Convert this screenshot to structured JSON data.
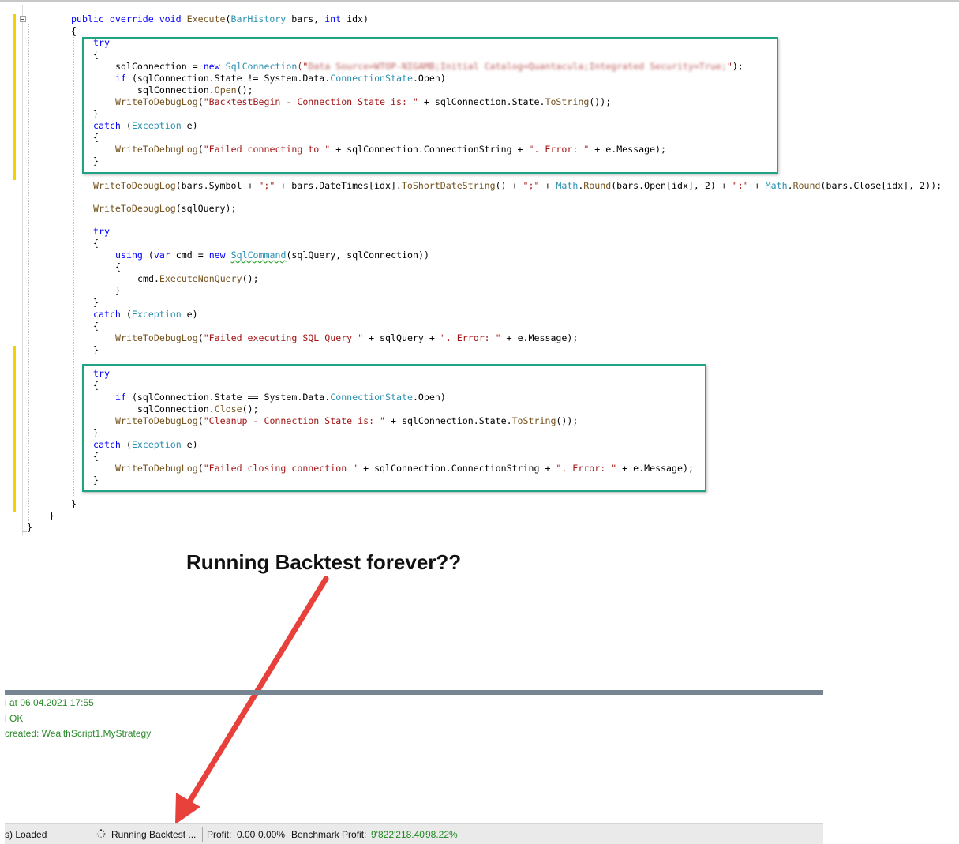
{
  "code": {
    "lines": [
      {
        "parts": [
          {
            "t": "public",
            "c": "kw"
          },
          {
            "t": " "
          },
          {
            "t": "override",
            "c": "kw"
          },
          {
            "t": " "
          },
          {
            "t": "void",
            "c": "kw"
          },
          {
            "t": " "
          },
          {
            "t": "Execute",
            "c": "mt"
          },
          {
            "t": "("
          },
          {
            "t": "BarHistory",
            "c": "ty"
          },
          {
            "t": " bars, "
          },
          {
            "t": "int",
            "c": "kw"
          },
          {
            "t": " idx)"
          }
        ]
      },
      {
        "parts": [
          {
            "t": "{"
          }
        ]
      },
      {
        "parts": [
          {
            "t": "try",
            "c": "kw"
          }
        ]
      },
      {
        "parts": [
          {
            "t": "{"
          }
        ]
      },
      {
        "parts": [
          {
            "t": "sqlConnection = "
          },
          {
            "t": "new",
            "c": "kw"
          },
          {
            "t": " "
          },
          {
            "t": "SqlConnection",
            "c": "ty"
          },
          {
            "t": "(\"",
            "c": "st"
          },
          {
            "t": "Data Source=WTOP-NIGAMB;Initial Catalog=Quantacula;Integrated Security=True;",
            "c": "blurred"
          },
          {
            "t": "\"",
            "c": "st"
          },
          {
            "t": ");"
          }
        ]
      },
      {
        "parts": [
          {
            "t": "if",
            "c": "kw"
          },
          {
            "t": " (sqlConnection.State != System.Data."
          },
          {
            "t": "ConnectionState",
            "c": "ty"
          },
          {
            "t": ".Open)"
          }
        ]
      },
      {
        "parts": [
          {
            "t": "sqlConnection."
          },
          {
            "t": "Open",
            "c": "mt"
          },
          {
            "t": "();"
          }
        ]
      },
      {
        "parts": [
          {
            "t": "WriteToDebugLog",
            "c": "mt"
          },
          {
            "t": "("
          },
          {
            "t": "\"BacktestBegin - Connection State is: \"",
            "c": "st"
          },
          {
            "t": " + sqlConnection.State."
          },
          {
            "t": "ToString",
            "c": "mt"
          },
          {
            "t": "());"
          }
        ]
      },
      {
        "parts": [
          {
            "t": "}"
          }
        ]
      },
      {
        "parts": [
          {
            "t": "catch",
            "c": "kw"
          },
          {
            "t": " ("
          },
          {
            "t": "Exception",
            "c": "ty"
          },
          {
            "t": " e)"
          }
        ]
      },
      {
        "parts": [
          {
            "t": "{"
          }
        ]
      },
      {
        "parts": [
          {
            "t": "WriteToDebugLog",
            "c": "mt"
          },
          {
            "t": "("
          },
          {
            "t": "\"Failed connecting to \"",
            "c": "st"
          },
          {
            "t": " + sqlConnection.ConnectionString + "
          },
          {
            "t": "\". Error: \"",
            "c": "st"
          },
          {
            "t": " + e.Message);"
          }
        ]
      },
      {
        "parts": [
          {
            "t": "}"
          }
        ]
      },
      {
        "parts": [
          {
            "t": "WriteToDebugLog",
            "c": "mt"
          },
          {
            "t": "(bars.Symbol + "
          },
          {
            "t": "\";\"",
            "c": "st"
          },
          {
            "t": " + bars.DateTimes[idx]."
          },
          {
            "t": "ToShortDateString",
            "c": "mt"
          },
          {
            "t": "() + "
          },
          {
            "t": "\";\"",
            "c": "st"
          },
          {
            "t": " + "
          },
          {
            "t": "Math",
            "c": "ty"
          },
          {
            "t": "."
          },
          {
            "t": "Round",
            "c": "mt"
          },
          {
            "t": "(bars.Open[idx], 2) + "
          },
          {
            "t": "\";\"",
            "c": "st"
          },
          {
            "t": " + "
          },
          {
            "t": "Math",
            "c": "ty"
          },
          {
            "t": "."
          },
          {
            "t": "Round",
            "c": "mt"
          },
          {
            "t": "(bars.Close[idx], 2));"
          }
        ]
      },
      {
        "parts": [
          {
            "t": "WriteToDebugLog",
            "c": "mt"
          },
          {
            "t": "(sqlQuery);"
          }
        ]
      },
      {
        "parts": [
          {
            "t": "try",
            "c": "kw"
          }
        ]
      },
      {
        "parts": [
          {
            "t": "{"
          }
        ]
      },
      {
        "parts": [
          {
            "t": "using",
            "c": "kw"
          },
          {
            "t": " ("
          },
          {
            "t": "var",
            "c": "kw"
          },
          {
            "t": " cmd = "
          },
          {
            "t": "new",
            "c": "kw"
          },
          {
            "t": " "
          },
          {
            "t": "SqlCommand",
            "c": "ty sq"
          },
          {
            "t": "(sqlQuery, sqlConnection))"
          }
        ]
      },
      {
        "parts": [
          {
            "t": "{"
          }
        ]
      },
      {
        "parts": [
          {
            "t": "cmd."
          },
          {
            "t": "ExecuteNonQuery",
            "c": "mt"
          },
          {
            "t": "();"
          }
        ]
      },
      {
        "parts": [
          {
            "t": "}"
          }
        ]
      },
      {
        "parts": [
          {
            "t": "}"
          }
        ]
      },
      {
        "parts": [
          {
            "t": "catch",
            "c": "kw"
          },
          {
            "t": " ("
          },
          {
            "t": "Exception",
            "c": "ty"
          },
          {
            "t": " e)"
          }
        ]
      },
      {
        "parts": [
          {
            "t": "{"
          }
        ]
      },
      {
        "parts": [
          {
            "t": "WriteToDebugLog",
            "c": "mt"
          },
          {
            "t": "("
          },
          {
            "t": "\"Failed executing SQL Query \"",
            "c": "st"
          },
          {
            "t": " + sqlQuery + "
          },
          {
            "t": "\". Error: \"",
            "c": "st"
          },
          {
            "t": " + e.Message);"
          }
        ]
      },
      {
        "parts": [
          {
            "t": "}"
          }
        ]
      },
      {
        "parts": [
          {
            "t": "try",
            "c": "kw"
          }
        ]
      },
      {
        "parts": [
          {
            "t": "{"
          }
        ]
      },
      {
        "parts": [
          {
            "t": "if",
            "c": "kw"
          },
          {
            "t": " (sqlConnection.State == System.Data."
          },
          {
            "t": "ConnectionState",
            "c": "ty"
          },
          {
            "t": ".Open)"
          }
        ]
      },
      {
        "parts": [
          {
            "t": "sqlConnection."
          },
          {
            "t": "Close",
            "c": "mt"
          },
          {
            "t": "();"
          }
        ]
      },
      {
        "parts": [
          {
            "t": "WriteToDebugLog",
            "c": "mt"
          },
          {
            "t": "("
          },
          {
            "t": "\"Cleanup - Connection State is: \"",
            "c": "st"
          },
          {
            "t": " + sqlConnection.State."
          },
          {
            "t": "ToString",
            "c": "mt"
          },
          {
            "t": "());"
          }
        ]
      },
      {
        "parts": [
          {
            "t": "}"
          }
        ]
      },
      {
        "parts": [
          {
            "t": "catch",
            "c": "kw"
          },
          {
            "t": " ("
          },
          {
            "t": "Exception",
            "c": "ty"
          },
          {
            "t": " e)"
          }
        ]
      },
      {
        "parts": [
          {
            "t": "{"
          }
        ]
      },
      {
        "parts": [
          {
            "t": "WriteToDebugLog",
            "c": "mt"
          },
          {
            "t": "("
          },
          {
            "t": "\"Failed closing connection \"",
            "c": "st"
          },
          {
            "t": " + sqlConnection.ConnectionString + "
          },
          {
            "t": "\". Error: \"",
            "c": "st"
          },
          {
            "t": " + e.Message);"
          }
        ]
      },
      {
        "parts": [
          {
            "t": "}"
          }
        ]
      },
      {
        "parts": [
          {
            "t": "}"
          }
        ]
      },
      {
        "parts": [
          {
            "t": "}"
          }
        ]
      },
      {
        "parts": [
          {
            "t": "}"
          }
        ]
      }
    ]
  },
  "annotation": {
    "text": "Running Backtest forever??",
    "arrow_color": "#e8403a"
  },
  "log": {
    "lines": [
      "l at 06.04.2021 17:55",
      "l OK",
      "created: WealthScript1.MyStrategy"
    ]
  },
  "status_bar": {
    "loaded": "s) Loaded",
    "running": "Running Backtest ...",
    "spinner_icon": "spinner-icon",
    "profit_label": "Profit:",
    "profit_value": "0.00",
    "profit_pct": "0.00%",
    "benchmark_label": "Benchmark Profit:",
    "benchmark_value": "9'822'218.40",
    "benchmark_pct": "98.22%"
  },
  "colors": {
    "highlight_box": "#1fa383",
    "change_marker": "#f2d300",
    "log_text": "#2a8a2a"
  }
}
